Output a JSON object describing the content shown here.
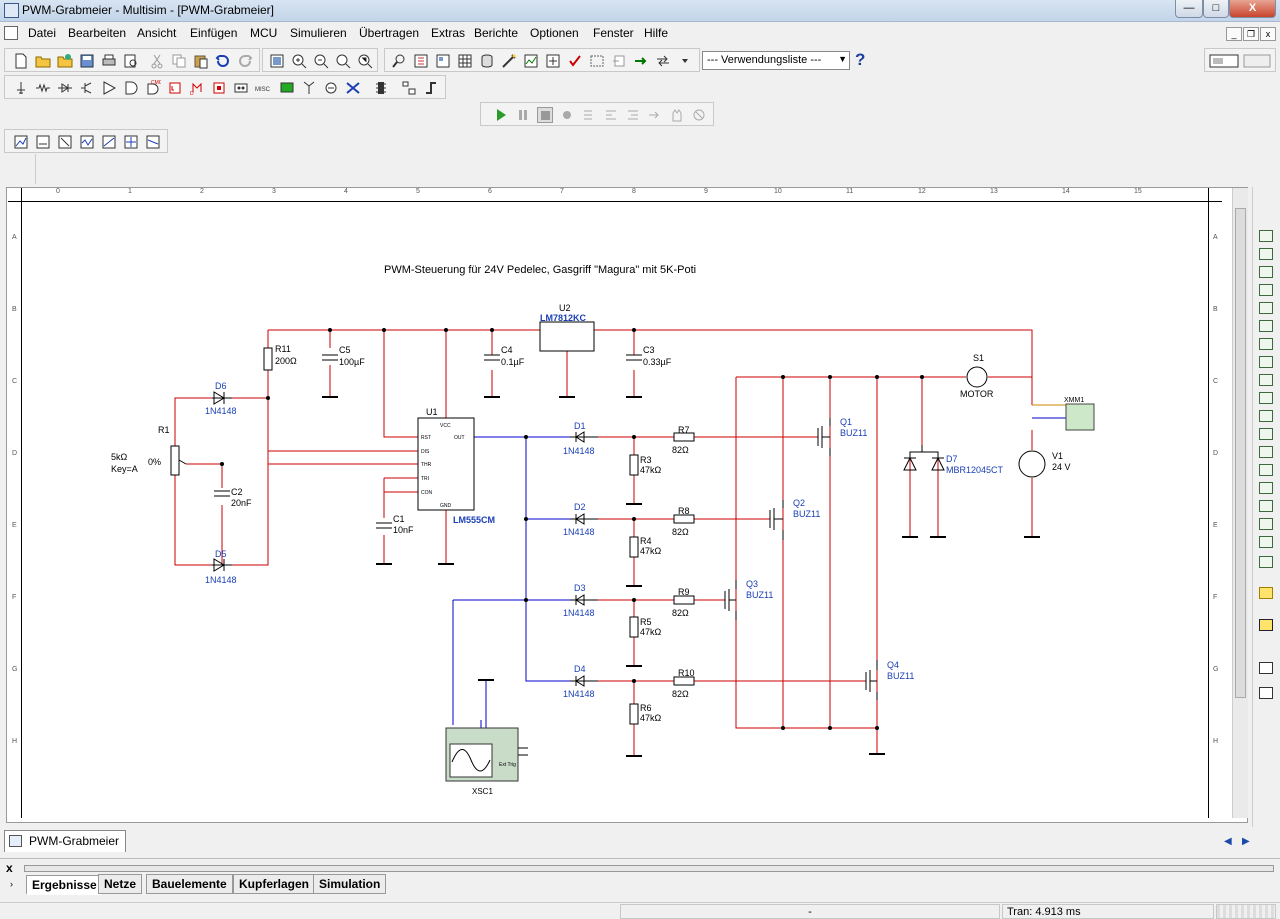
{
  "window": {
    "title": "PWM-Grabmeier - Multisim - [PWM-Grabmeier]",
    "controls": {
      "minimize": "—",
      "maximize": "□",
      "close": "X"
    }
  },
  "menu": [
    "Datei",
    "Bearbeiten",
    "Ansicht",
    "Einfügen",
    "MCU",
    "Simulieren",
    "Übertragen",
    "Extras",
    "Berichte",
    "Optionen",
    "Fenster",
    "Hilfe"
  ],
  "toolbar": {
    "combo_value": "--- Verwendungsliste ---",
    "help": "?"
  },
  "schematic": {
    "title": "PWM-Steuerung für 24V Pedelec, Gasgriff \"Magura\" mit 5K-Poti",
    "ruler_cols": [
      "0",
      "1",
      "2",
      "3",
      "4",
      "5",
      "6",
      "7",
      "8",
      "9",
      "10",
      "11",
      "12",
      "13",
      "14",
      "15"
    ],
    "ruler_rows": [
      "A",
      "B",
      "C",
      "D",
      "E",
      "F",
      "G",
      "H"
    ],
    "parts": {
      "u2": {
        "ref": "U2",
        "value": "LM7812KC"
      },
      "r11": {
        "ref": "R11",
        "value": "200Ω"
      },
      "c5": {
        "ref": "C5",
        "value": "100µF"
      },
      "c4": {
        "ref": "C4",
        "value": "0.1µF"
      },
      "c3": {
        "ref": "C3",
        "value": "0.33µF"
      },
      "s1": {
        "ref": "S1",
        "value": "MOTOR"
      },
      "d6": {
        "ref": "D6",
        "value": "1N4148"
      },
      "d5": {
        "ref": "D5",
        "value": "1N4148"
      },
      "r1": {
        "ref": "R1",
        "value": "5kΩ",
        "key": "Key=A",
        "pos": "0%"
      },
      "c2": {
        "ref": "C2",
        "value": "20nF"
      },
      "u1": {
        "ref": "U1",
        "value": "LM555CM",
        "pins": {
          "vcc": "VCC",
          "rst": "RST",
          "dis": "DIS",
          "thr": "THR",
          "tri": "TRI",
          "con": "CON",
          "gnd": "GND",
          "out": "OUT"
        }
      },
      "c1": {
        "ref": "C1",
        "value": "10nF"
      },
      "d1": {
        "ref": "D1",
        "value": "1N4148"
      },
      "d2": {
        "ref": "D2",
        "value": "1N4148"
      },
      "d3": {
        "ref": "D3",
        "value": "1N4148"
      },
      "d4": {
        "ref": "D4",
        "value": "1N4148"
      },
      "r7": {
        "ref": "R7",
        "value": "82Ω"
      },
      "r8": {
        "ref": "R8",
        "value": "82Ω"
      },
      "r9": {
        "ref": "R9",
        "value": "82Ω"
      },
      "r10": {
        "ref": "R10",
        "value": "82Ω"
      },
      "r3": {
        "ref": "R3",
        "value": "47kΩ"
      },
      "r4": {
        "ref": "R4",
        "value": "47kΩ"
      },
      "r5": {
        "ref": "R5",
        "value": "47kΩ"
      },
      "r6": {
        "ref": "R6",
        "value": "47kΩ"
      },
      "q1": {
        "ref": "Q1",
        "value": "BUZ11"
      },
      "q2": {
        "ref": "Q2",
        "value": "BUZ11"
      },
      "q3": {
        "ref": "Q3",
        "value": "BUZ11"
      },
      "q4": {
        "ref": "Q4",
        "value": "BUZ11"
      },
      "d7": {
        "ref": "D7",
        "value": "MBR12045CT"
      },
      "v1": {
        "ref": "V1",
        "value": "24 V"
      },
      "xmm1": {
        "ref": "XMM1"
      },
      "xsc1": {
        "ref": "XSC1",
        "trig": "Ext Trig"
      }
    }
  },
  "document_tab": "PWM-Grabmeier",
  "bottom_tabs": [
    "Ergebnisse",
    "Netze",
    "Bauelemente",
    "Kupferlagen",
    "Simulation"
  ],
  "status": {
    "middle": "-",
    "right": "Tran: 4.913 ms"
  },
  "colors": {
    "wire_red": "#cc0000",
    "wire_blue": "#0000cc",
    "part_blue": "#1a3fb5"
  }
}
